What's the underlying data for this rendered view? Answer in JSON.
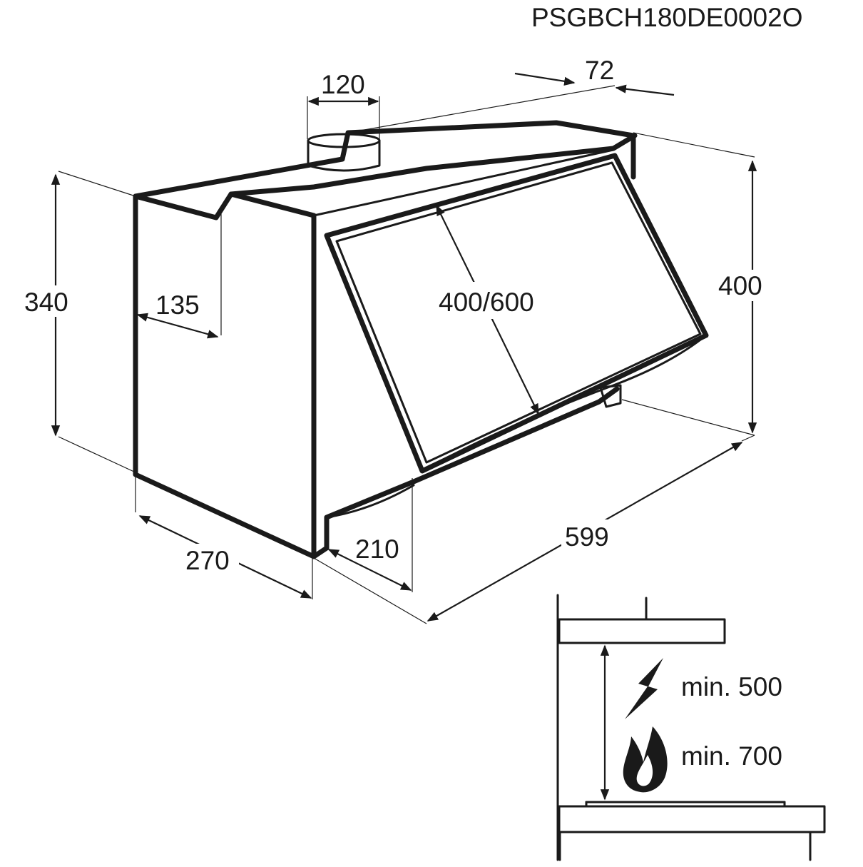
{
  "document_code": "PSGBCH180DE0002O",
  "dimensions": {
    "duct_diameter": "120",
    "rear_offset": "72",
    "rear_height": "340",
    "duct_depth": "135",
    "front_height": "400",
    "visor_depth": "400/600",
    "side_depth": "270",
    "bottom_depth": "210",
    "width": "599"
  },
  "clearance": {
    "electric_label": "min. 500",
    "gas_label": "min. 700",
    "electric_icon": "lightning-icon",
    "gas_icon": "flame-icon"
  },
  "colors": {
    "line": "#1a1a1a",
    "background": "#ffffff"
  }
}
